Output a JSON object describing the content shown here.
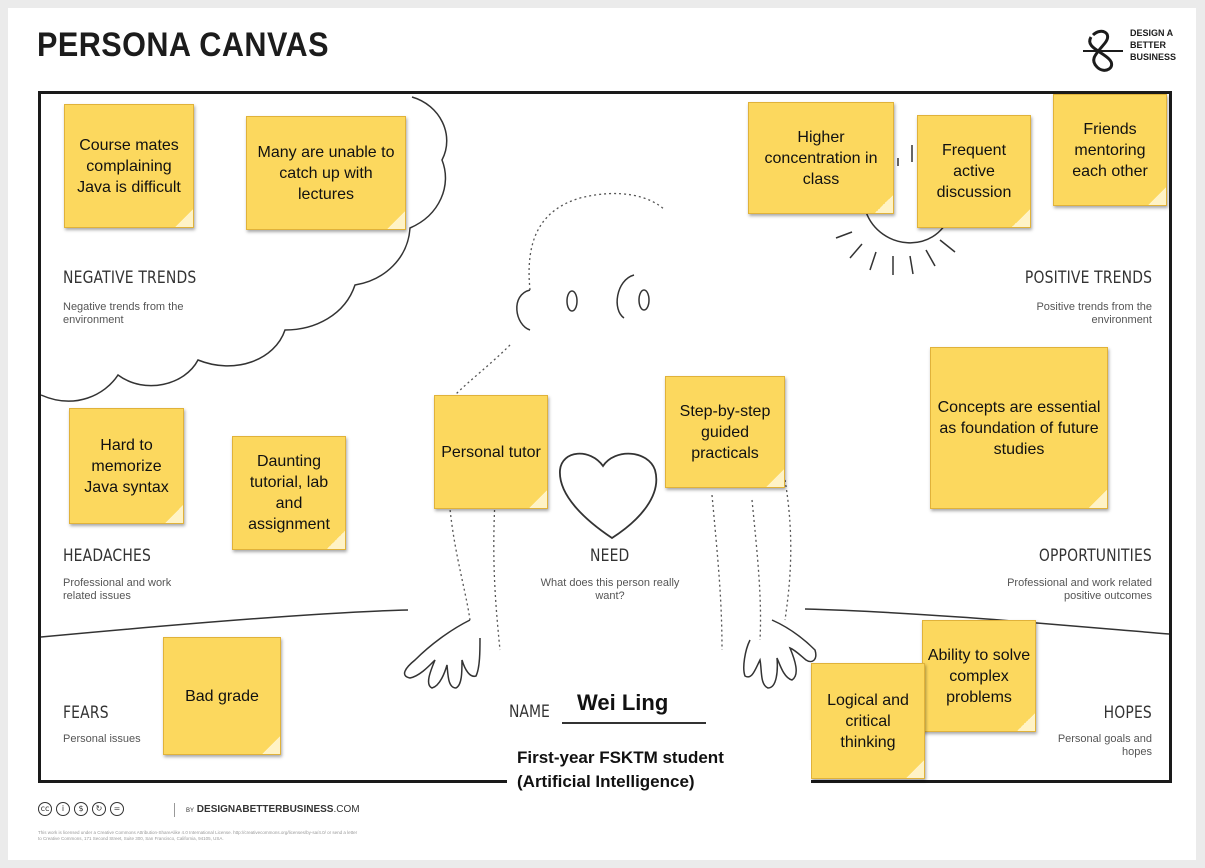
{
  "header": {
    "title": "PERSONA CANVAS",
    "logo_text": [
      "DESIGN A",
      "BETTER",
      "BUSINESS"
    ]
  },
  "zones": {
    "negative_trends": {
      "title": "NEGATIVE TRENDS",
      "desc": "Negative trends from the environment"
    },
    "positive_trends": {
      "title": "POSITIVE TRENDS",
      "desc": "Positive trends from the environment"
    },
    "headaches": {
      "title": "HEADACHES",
      "desc": "Professional and work related issues"
    },
    "need": {
      "title": "NEED",
      "desc": "What does this person really want?"
    },
    "opportunities": {
      "title": "OPPORTUNITIES",
      "desc": "Professional and work related positive outcomes"
    },
    "fears": {
      "title": "FEARS",
      "desc": "Personal issues"
    },
    "hopes": {
      "title": "HOPES",
      "desc": "Personal goals and hopes"
    }
  },
  "notes": {
    "neg1": "Course mates complaining Java is difficult",
    "neg2": "Many are unable to catch up with lectures",
    "pos1": "Higher concentration in class",
    "pos2": "Frequent active discussion",
    "pos3": "Friends mentoring each other",
    "head1": "Hard to memorize Java syntax",
    "head2": "Daunting tutorial, lab and assignment",
    "need1": "Personal tutor",
    "need2": "Step-by-step guided practicals",
    "opp1": "Concepts are essential as foundation of future studies",
    "fear1": "Bad grade",
    "hope1": "Ability to solve complex problems",
    "hope2": "Logical and critical thinking"
  },
  "persona": {
    "name_label": "NAME",
    "name": "Wei Ling",
    "description": "First-year FSKTM student (Artificial Intelligence)"
  },
  "footer": {
    "brand_prefix": "BY",
    "brand": "DESIGNABETTERBUSINESS",
    "brand_suffix": ".COM",
    "license": "This work is licensed under a Creative Commons Attribution-ShareAlike 4.0 International License. http://creativecommons.org/licenses/by-sa/4.0/ or send a letter to Creative Commons, 171 Second Street, Suite 300, San Francisco, California, 94105, USA.",
    "cc_icons": [
      "cc-icon",
      "cc-by-icon",
      "cc-nc-icon",
      "cc-sa-icon",
      "cc-nd-icon"
    ]
  }
}
